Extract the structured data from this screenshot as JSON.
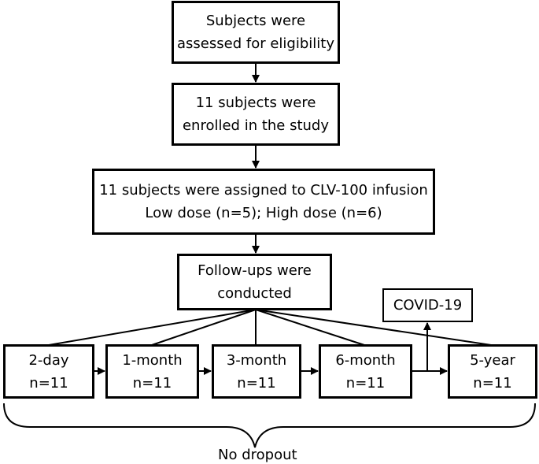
{
  "flowchart": {
    "eligibility": {
      "line1": "Subjects were",
      "line2": "assessed for eligibility"
    },
    "enrolled": {
      "line1": "11 subjects were",
      "line2": "enrolled in the study"
    },
    "assigned": {
      "line1": "11 subjects were assigned to CLV-100 infusion",
      "line2": "Low dose (n=5); High dose (n=6)"
    },
    "followups": {
      "line1": "Follow-ups were",
      "line2": "conducted"
    },
    "covid": {
      "label": "COVID-19"
    },
    "timepoints": [
      {
        "label": "2-day",
        "count": "n=11"
      },
      {
        "label": "1-month",
        "count": "n=11"
      },
      {
        "label": "3-month",
        "count": "n=11"
      },
      {
        "label": "6-month",
        "count": "n=11"
      },
      {
        "label": "5-year",
        "count": "n=11"
      }
    ],
    "footer": "No dropout"
  }
}
